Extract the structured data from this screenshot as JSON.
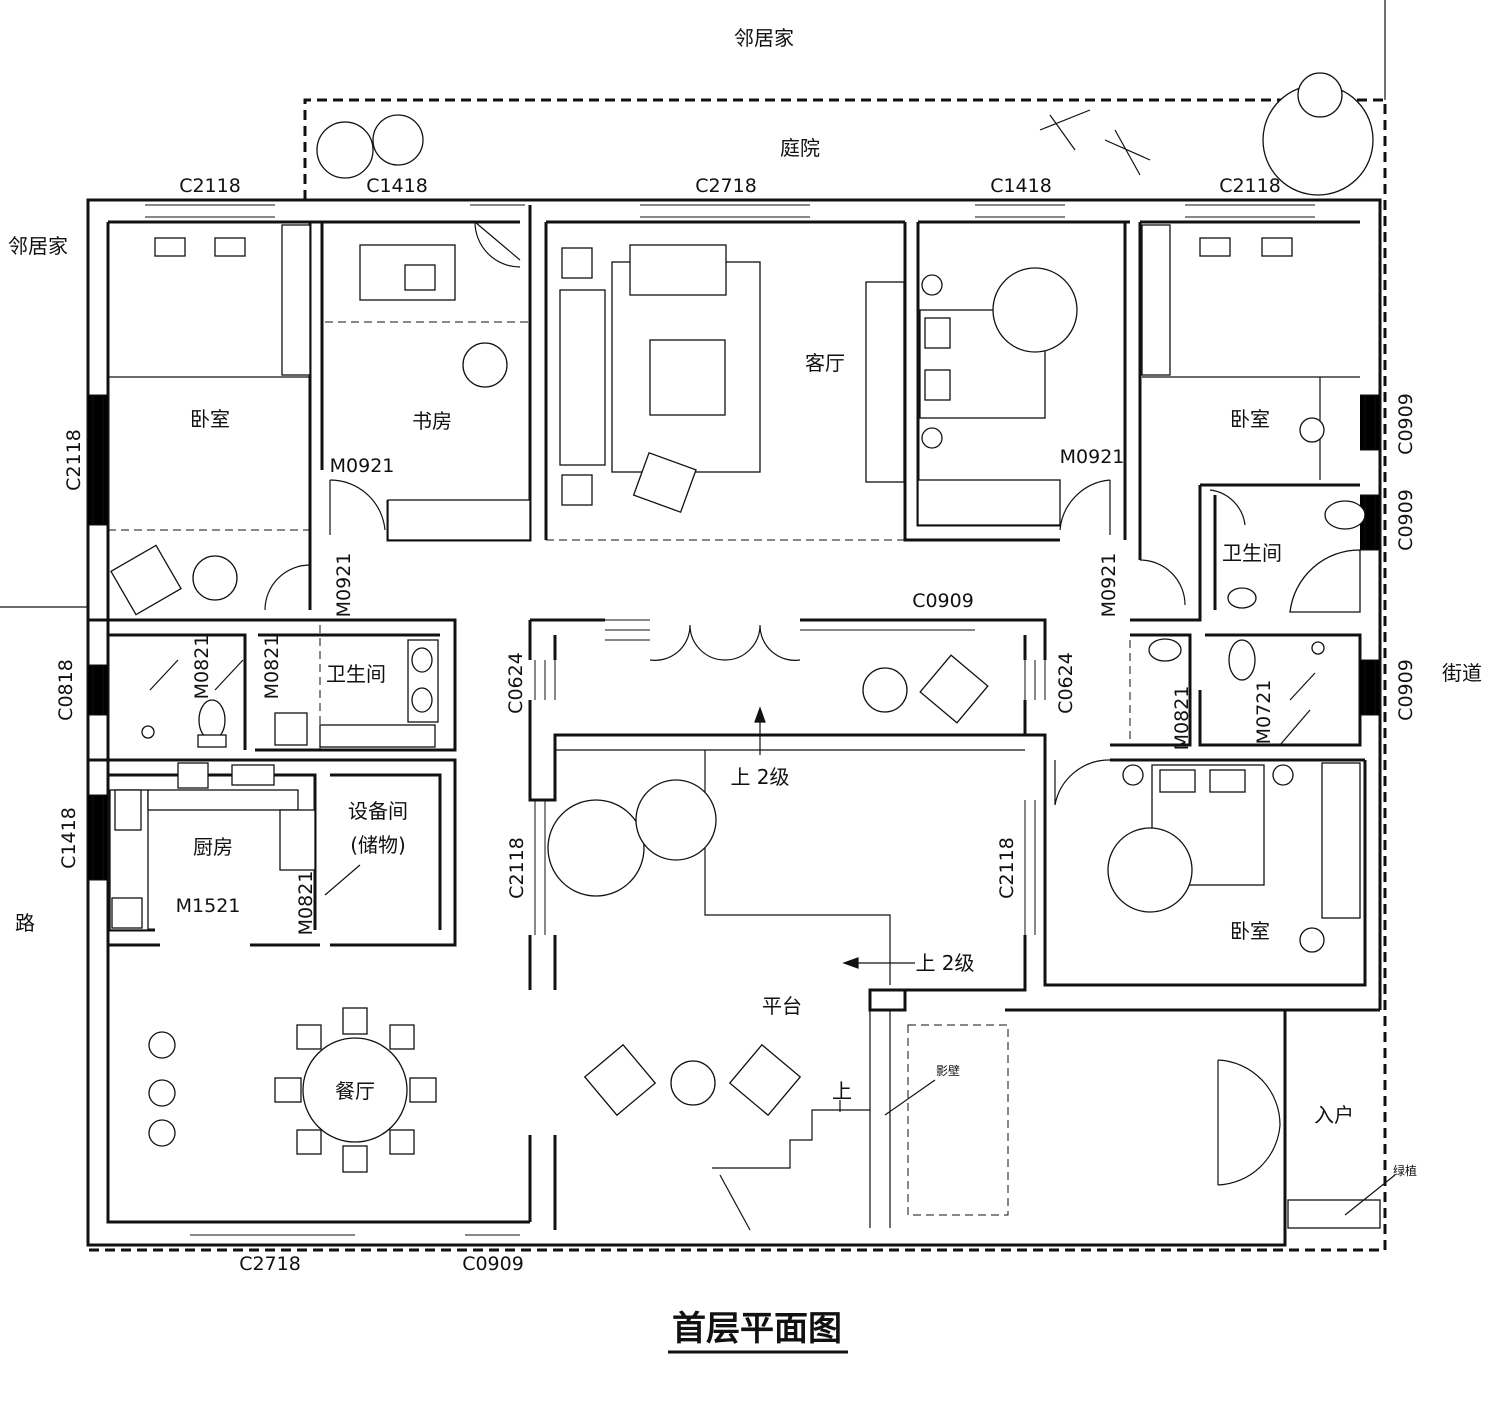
{
  "title": "首层平面图",
  "surroundings": {
    "top": "邻居家",
    "left": "邻居家",
    "courtyard": "庭院",
    "road": "路",
    "street": "街道"
  },
  "rooms": {
    "bedroom_nw": "卧室",
    "study": "书房",
    "living": "客厅",
    "bedroom_ne": "卧室",
    "bath_ne": "卫生间",
    "bath_w": "卫生间",
    "kitchen": "厨房",
    "equipment": "设备间",
    "equipment_note": "(储物)",
    "dining": "餐厅",
    "platform": "平台",
    "bedroom_se": "卧室",
    "entrance": "入户",
    "screen_wall": "影壁",
    "planting": "绿植"
  },
  "openings": {
    "top_c2118_left": "C2118",
    "top_c1418_left": "C1418",
    "top_c2718": "C2718",
    "top_c1418_right": "C1418",
    "top_c2118_right": "C2118",
    "left_c2118": "C2118",
    "left_c0818": "C0818",
    "left_c1418": "C1418",
    "study_m0921": "M0921",
    "corridor_m0921_left": "M0921",
    "bedroom_m0921_right": "M0921",
    "corridor_m0921_right": "M0921",
    "bath_m0821_a": "M0821",
    "bath_m0821_b": "M0821",
    "kitchen_m1521": "M1521",
    "equip_m0821": "M0821",
    "inner_c0909": "C0909",
    "inner_c0624_left": "C0624",
    "inner_c0624_right": "C0624",
    "right_c0909_a": "C0909",
    "right_c0909_b": "C0909",
    "right_c0909_c": "C0909",
    "right_m0821": "M0821",
    "right_m0721": "M0721",
    "court_c2118_left": "C2118",
    "court_c2118_right": "C2118",
    "bottom_c2718": "C2718",
    "bottom_c0909": "C0909"
  },
  "annotations": {
    "step_up_1": "上 2级",
    "step_up_2": "上 2级",
    "stair_up": "上"
  }
}
